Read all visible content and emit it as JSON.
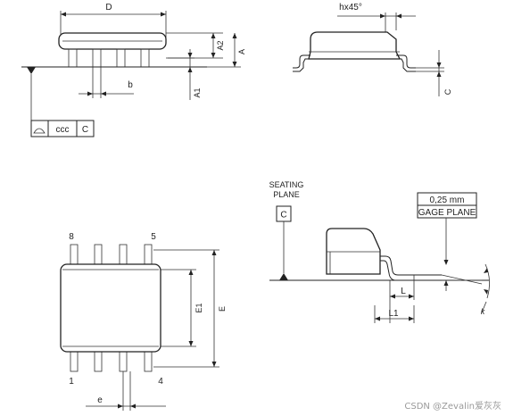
{
  "labels": {
    "D": "D",
    "hx45": "hx45°",
    "A": "A",
    "A2": "A2",
    "A1": "A1",
    "b": "b",
    "C_dim": "C",
    "ccc": "ccc",
    "datum_c": "C",
    "seating_line1": "SEATING",
    "seating_line2": "PLANE",
    "seating_datum": "C",
    "gauge_value": "0,25  mm",
    "gauge_label": "GAGE PLANE",
    "L": "L",
    "L1": "L1",
    "k": "k",
    "E1": "E1",
    "E": "E",
    "pin8": "8",
    "pin5": "5",
    "pin1": "1",
    "pin4": "4",
    "e": "e"
  },
  "watermark": "CSDN @Zevalin爱灰灰"
}
